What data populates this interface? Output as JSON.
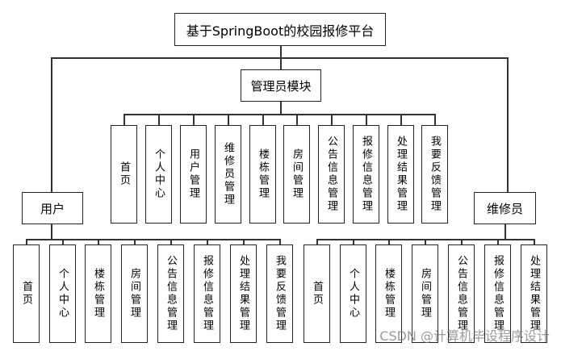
{
  "title": "基于SpringBoot的校园报修平台",
  "admin": {
    "label": "管理员模块",
    "items": [
      "首页",
      "个人中心",
      "用户管理",
      "维修员管理",
      "楼栋管理",
      "房间管理",
      "公告信息管理",
      "报修信息管理",
      "处理结果管理",
      "我要反馈管理"
    ]
  },
  "user": {
    "label": "用户",
    "items": [
      "首页",
      "个人中心",
      "楼栋管理",
      "房间管理",
      "公告信息管理",
      "报修信息管理",
      "处理结果管理",
      "我要反馈管理"
    ]
  },
  "repairer": {
    "label": "维修员",
    "items": [
      "首页",
      "个人中心",
      "楼栋管理",
      "房间管理",
      "公告信息管理",
      "报修信息管理",
      "处理结果管理"
    ]
  },
  "watermark": "CSDN @计算机毕设程序设计"
}
